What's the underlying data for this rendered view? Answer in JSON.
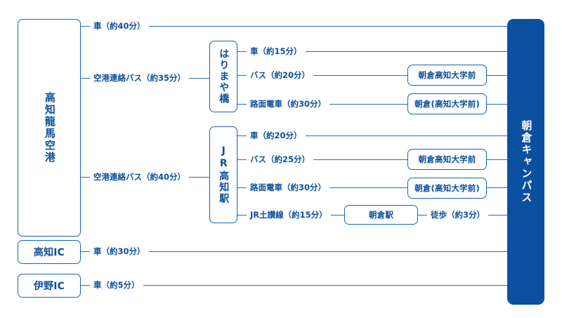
{
  "theme": {
    "line_color": "#2a6cb5",
    "text_color": "#0b4f9e",
    "terminal_fill": "#0b50a0",
    "terminal_text": "#ffffff",
    "background": "#ffffff"
  },
  "nodes": {
    "airport": "高知龍馬空港",
    "kochi_ic": "高知IC",
    "ino_ic": "伊野IC",
    "harimaya": "はりまや橋",
    "jr_kochi": "JR高知駅",
    "stop_bus_harimaya": "朝倉高知大学前",
    "stop_tram_harimaya": "朝倉(高知大学前)",
    "stop_bus_jr": "朝倉高知大学前",
    "stop_tram_jr": "朝倉(高知大学前)",
    "asakura_station": "朝倉駅",
    "campus": "朝倉キャンパス"
  },
  "edges": {
    "airport_car": "車（約40分）",
    "airport_bus_harimaya": "空港連絡バス（約35分）",
    "airport_bus_jr": "空港連絡バス（約40分）",
    "harimaya_car": "車（約15分）",
    "harimaya_bus": "バス（約20分）",
    "harimaya_tram": "路面電車（約30分）",
    "jr_car": "車（約20分）",
    "jr_bus": "バス（約25分）",
    "jr_tram": "路面電車（約30分）",
    "jr_dosan_line": "JR土讃線（約15分）",
    "asakura_walk": "徒歩（約3分）",
    "kochi_ic_car": "車（約30分）",
    "ino_ic_car": "車（約5分）"
  }
}
